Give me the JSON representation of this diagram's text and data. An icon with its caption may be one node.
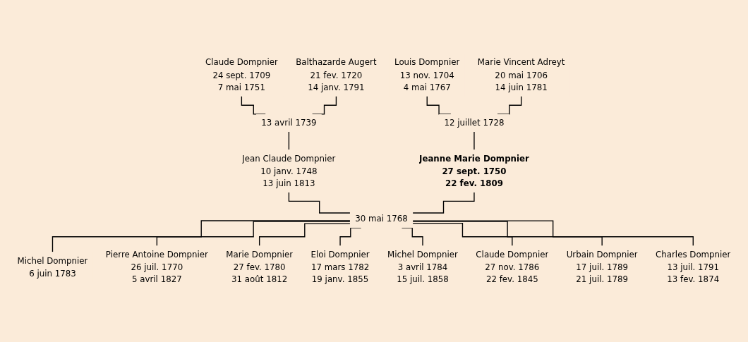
{
  "diagram": {
    "nodes": [
      {
        "text": [
          "Claude Dompnier",
          "24 sept. 1709",
          "7 mai 1751"
        ]
      },
      {
        "text": [
          "Balthazarde Augert",
          "21 fev. 1720",
          "14 janv. 1791"
        ]
      },
      {
        "text": [
          "Louis Dompnier",
          "13 nov. 1704",
          "4 mai 1767"
        ]
      },
      {
        "text": [
          "Marie Vincent Adreyt",
          "20 mai 1706",
          "14 juin 1781"
        ]
      },
      {
        "text": [
          "13 avril 1739"
        ]
      },
      {
        "text": [
          "12 juillet 1728"
        ]
      },
      {
        "text": [
          "Jean Claude Dompnier",
          "10 janv. 1748",
          "13 juin 1813"
        ]
      },
      {
        "text": [
          "Jeanne Marie Dompnier",
          "27 sept. 1750",
          "22 fev. 1809"
        ]
      },
      {
        "text": [
          "30 mai 1768"
        ]
      },
      {
        "text": [
          "Michel Dompnier",
          "6 juin 1783"
        ]
      },
      {
        "text": [
          "Pierre Antoine Dompnier",
          "26 juil. 1770",
          "5 avril 1827"
        ]
      },
      {
        "text": [
          "Marie Dompnier",
          "27 fev. 1780",
          "31 août 1812"
        ]
      },
      {
        "text": [
          "Eloi Dompnier",
          "17 mars 1782",
          "19 janv. 1855"
        ]
      },
      {
        "text": [
          "Michel Dompnier",
          "3 avril 1784",
          "15 juil. 1858"
        ]
      },
      {
        "text": [
          "Claude Dompnier",
          "27 nov. 1786",
          "22 fev. 1845"
        ]
      },
      {
        "text": [
          "Urbain Dompnier",
          "17 juil. 1789",
          "21 juil. 1789"
        ]
      },
      {
        "text": [
          "Charles Dompnier",
          "13 juil. 1791",
          "13 fev. 1874"
        ]
      }
    ],
    "edges": [
      {
        "from": 0,
        "to": 4,
        "arrow": "none"
      },
      {
        "from": 1,
        "to": 4,
        "arrow": "none"
      },
      {
        "from": 4,
        "to": 6,
        "arrow": "none"
      },
      {
        "from": 2,
        "to": 5,
        "arrow": "none"
      },
      {
        "from": 3,
        "to": 5,
        "arrow": "none"
      },
      {
        "from": 5,
        "to": 7,
        "arrow": "none"
      },
      {
        "from": 6,
        "to": 8,
        "arrow": "none"
      },
      {
        "from": 7,
        "to": 8,
        "arrow": "none"
      },
      {
        "from": 8,
        "to": 9,
        "arrow": "none"
      },
      {
        "from": 8,
        "to": 10,
        "arrow": "none"
      },
      {
        "from": 8,
        "to": 11,
        "arrow": "none"
      },
      {
        "from": 8,
        "to": 12,
        "arrow": "none"
      },
      {
        "from": 8,
        "to": 13,
        "arrow": "none"
      },
      {
        "from": 8,
        "to": 14,
        "arrow": "none"
      },
      {
        "from": 8,
        "to": 15,
        "arrow": "none"
      },
      {
        "from": 8,
        "to": 16,
        "arrow": "none"
      }
    ]
  }
}
